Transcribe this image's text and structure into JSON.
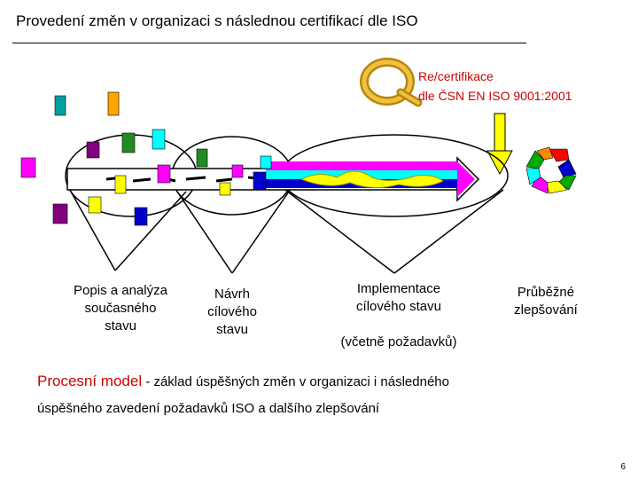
{
  "title": "Provedení změn v organizaci s následnou certifikací dle ISO",
  "certification": {
    "line1": "Re/certifikace",
    "line2": "dle ČSN EN ISO 9001:2001"
  },
  "stages": [
    {
      "label": "Popis a analýza\nsoučasného\nstavu"
    },
    {
      "label": "Návrh\ncílového\nstavu"
    },
    {
      "label": "Implementace\ncílového stavu\n\n(včetně požadavků)"
    },
    {
      "label": "Průběžné\nzlepšování"
    }
  ],
  "footer": {
    "highlight": "Procesní model",
    "line1_rest": " - základ úspěšných změn v organizaci i následného",
    "line2": "úspěšného zavedení požadavků ISO a dalšího zlepšování"
  },
  "page_number": "6",
  "colors": {
    "accent_red": "#cc0000",
    "arrow_yellow": "#ffff00",
    "arrow_cyan": "#00ffff",
    "arrow_magenta": "#ff00ff"
  }
}
